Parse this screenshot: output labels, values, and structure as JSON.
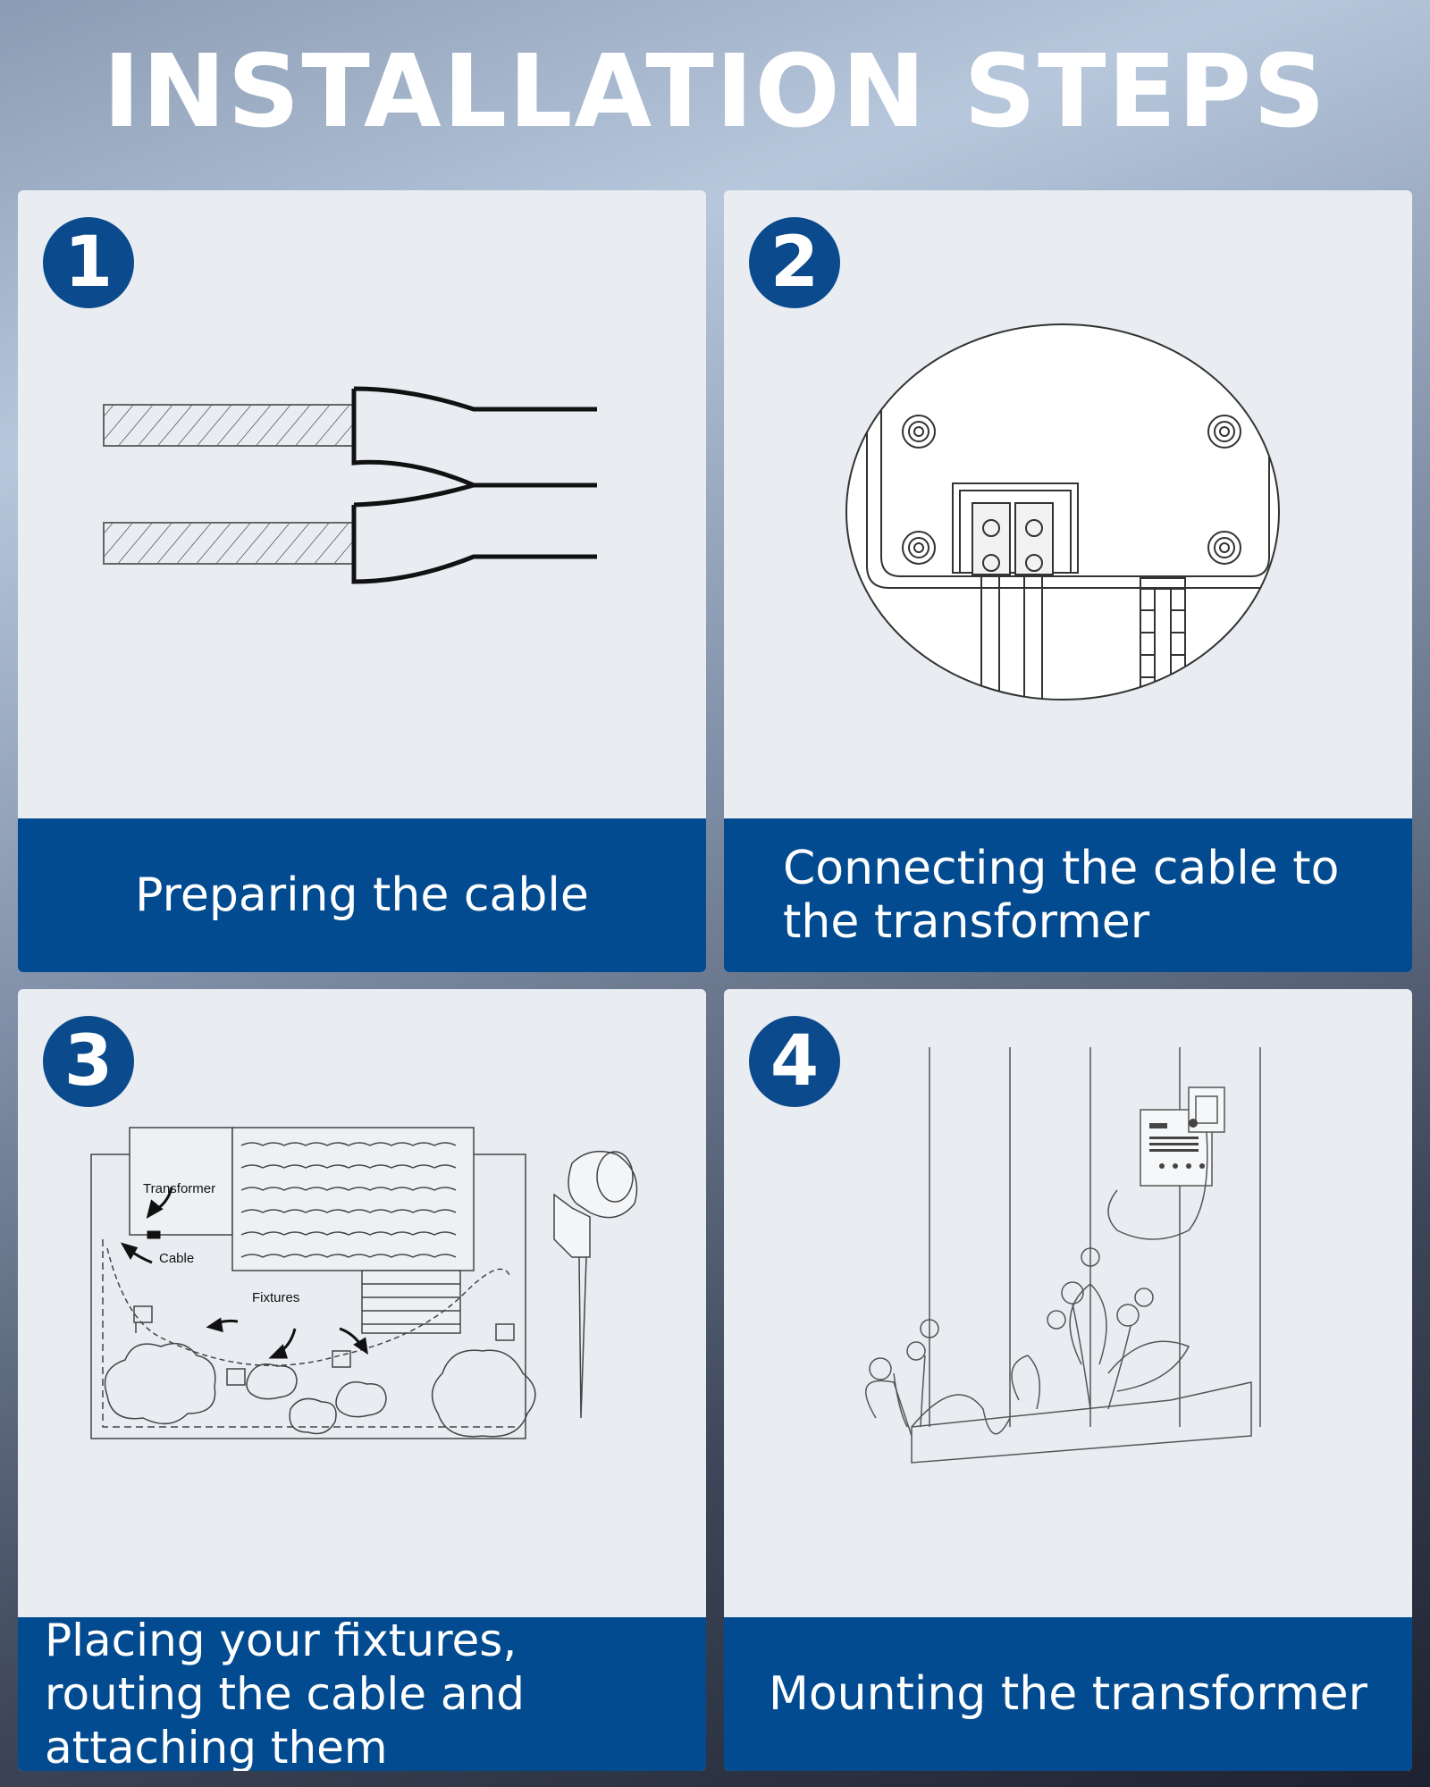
{
  "title": "INSTALLATION STEPS",
  "steps": [
    {
      "number": "1",
      "caption": "Preparing the cable"
    },
    {
      "number": "2",
      "caption": "Connecting the cable to the transformer"
    },
    {
      "number": "3",
      "caption": "Placing your fixtures, routing the cable and attaching them"
    },
    {
      "number": "4",
      "caption": "Mounting the transformer"
    }
  ],
  "diagram_labels": {
    "transformer": "Transformer",
    "cable": "Cable",
    "fixtures": "Fixtures"
  },
  "colors": {
    "accent_blue": "#024b90",
    "card_bg": "#e9edf2",
    "title_text": "#ffffff"
  }
}
